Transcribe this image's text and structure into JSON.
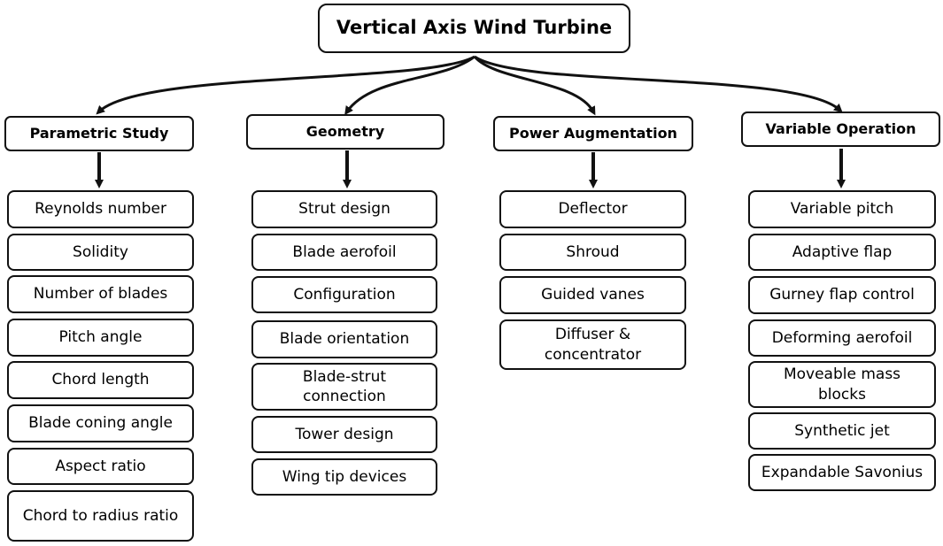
{
  "root": {
    "label": "Vertical Axis Wind Turbine"
  },
  "categories": [
    {
      "label": "Parametric Study",
      "items": [
        "Reynolds number",
        "Solidity",
        "Number of blades",
        "Pitch angle",
        "Chord length",
        "Blade coning angle",
        "Aspect ratio",
        "Chord to radius ratio"
      ]
    },
    {
      "label": "Geometry",
      "items": [
        "Strut design",
        "Blade aerofoil",
        "Configuration",
        "Blade orientation",
        "Blade-strut connection",
        "Tower design",
        "Wing tip devices"
      ]
    },
    {
      "label": "Power Augmentation",
      "items": [
        "Deflector",
        "Shroud",
        "Guided vanes",
        "Diffuser & concentrator"
      ]
    },
    {
      "label": "Variable Operation",
      "items": [
        "Variable pitch",
        "Adaptive flap",
        "Gurney flap control",
        "Deforming aerofoil",
        "Moveable mass blocks",
        "Synthetic jet",
        "Expandable Savonius"
      ]
    }
  ]
}
